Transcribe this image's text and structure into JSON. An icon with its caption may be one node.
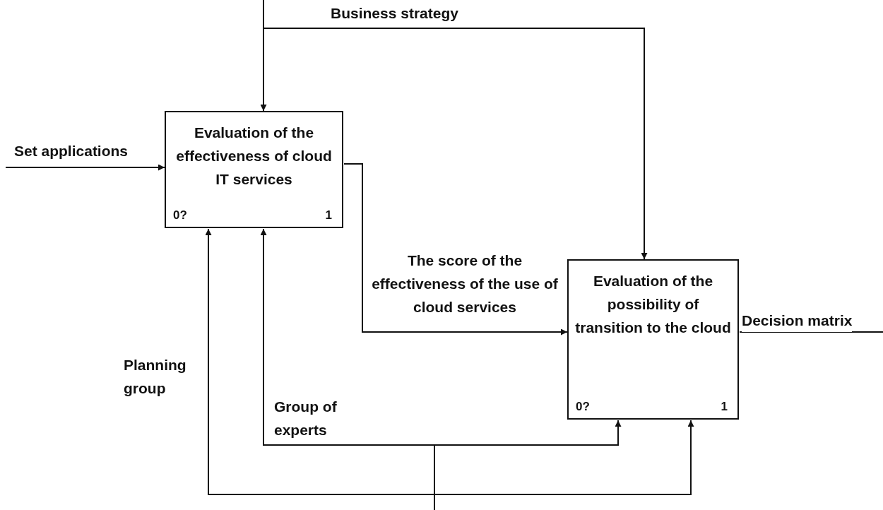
{
  "diagram": {
    "nodes": [
      {
        "text": [
          "Evaluation of the effectiveness of cloud IT services",
          "0?",
          "1"
        ]
      },
      {
        "text": [
          "Evaluation of the possibility of transition to the cloud",
          "0?",
          "1"
        ]
      }
    ],
    "edges": [
      {
        "from": null,
        "to": 0,
        "arrow": "to"
      },
      {
        "from": null,
        "to": 1,
        "arrow": "to",
        "label": "Business strategy"
      },
      {
        "from": null,
        "to": 0,
        "arrow": "to",
        "label": "Set applications"
      },
      {
        "from": 0,
        "to": 1,
        "arrow": "to",
        "label": "The score of the effectiveness of the use of cloud services"
      },
      {
        "from": 1,
        "to": null,
        "arrow": "none",
        "label": "Decision matrix"
      },
      {
        "from": null,
        "to": 0,
        "arrow": "to",
        "label": "Planning group"
      },
      {
        "from": null,
        "to": 1,
        "arrow": "to"
      },
      {
        "from": null,
        "to": 0,
        "arrow": "to",
        "label": "Group of experts"
      },
      {
        "from": null,
        "to": 1,
        "arrow": "to"
      }
    ]
  }
}
